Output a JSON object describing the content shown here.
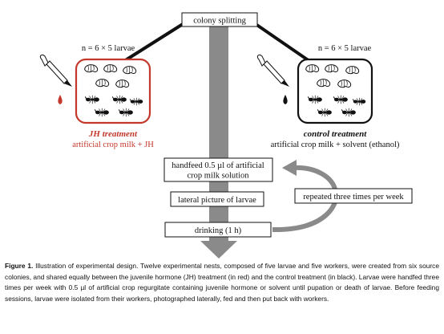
{
  "diagram": {
    "colony_splitting": "colony splitting",
    "left_n": "n = 6 × 5 larvae",
    "right_n": "n = 6 × 5 larvae",
    "jh_title": "JH treatment",
    "jh_subtitle": "artificial crop milk + JH",
    "control_title": "control treatment",
    "control_subtitle": "artificial crop milk + solvent (ethanol)",
    "step1_line1": "handfeed 0.5 µl of artificial",
    "step1_line2": "crop milk solution",
    "step2": "lateral picture of larvae",
    "step3": "drinking (1 h)",
    "repeat": "repeated three times per week"
  },
  "colors": {
    "jh_red": "#c4372b",
    "control_black": "#111111",
    "flow_arrow_gray": "#8a8a8a"
  },
  "caption": {
    "label": "Figure 1.",
    "text": "Illustration of experimental design. Twelve experimental nests, composed of five larvae and five workers, were created from six source colonies, and shared equally between the juvenile hormone (JH) treatment (in red) and the control treatment (in black). Larvae were handfed three times per week with 0.5 µl of artificial crop regurgitate containing juvenile hormone or solvent until pupation or death of larvae. Before feeding sessions, larvae were isolated from their workers, photographed laterally, fed and then put back with workers."
  }
}
